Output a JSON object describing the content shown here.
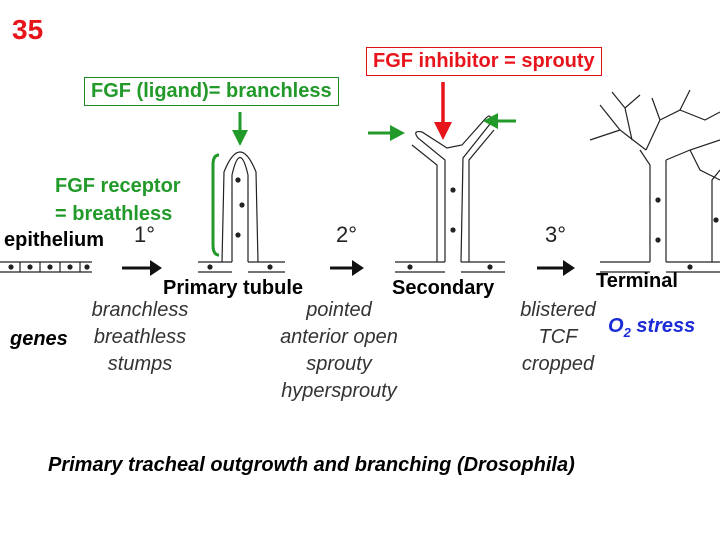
{
  "slide_number": "35",
  "labels": {
    "fgf_ligand": "FGF (ligand)= branchless",
    "fgf_inhibitor": "FGF inhibitor = sprouty",
    "fgf_receptor_line1": "FGF receptor",
    "fgf_receptor_line2": "= breathless",
    "epithelium": "epithelium",
    "primary_tubule": "Primary tubule",
    "secondary": "Secondary",
    "terminal": "Terminal",
    "genes": "genes",
    "o2_o": "O",
    "o2_sub": "2",
    "o2_stress": " stress"
  },
  "steps": [
    "1°",
    "2°",
    "3°"
  ],
  "gene_groups": {
    "primary": [
      "branchless",
      "breathless",
      "stumps"
    ],
    "secondary": [
      "pointed",
      "anterior open",
      "sprouty",
      "hypersprouty"
    ],
    "terminal": [
      "blistered",
      "TCF",
      "cropped"
    ]
  },
  "caption": "Primary tracheal outgrowth and branching (Drosophila)",
  "colors": {
    "green": "#229a2a",
    "red": "#e8141b",
    "blue": "#1b2bd6"
  }
}
